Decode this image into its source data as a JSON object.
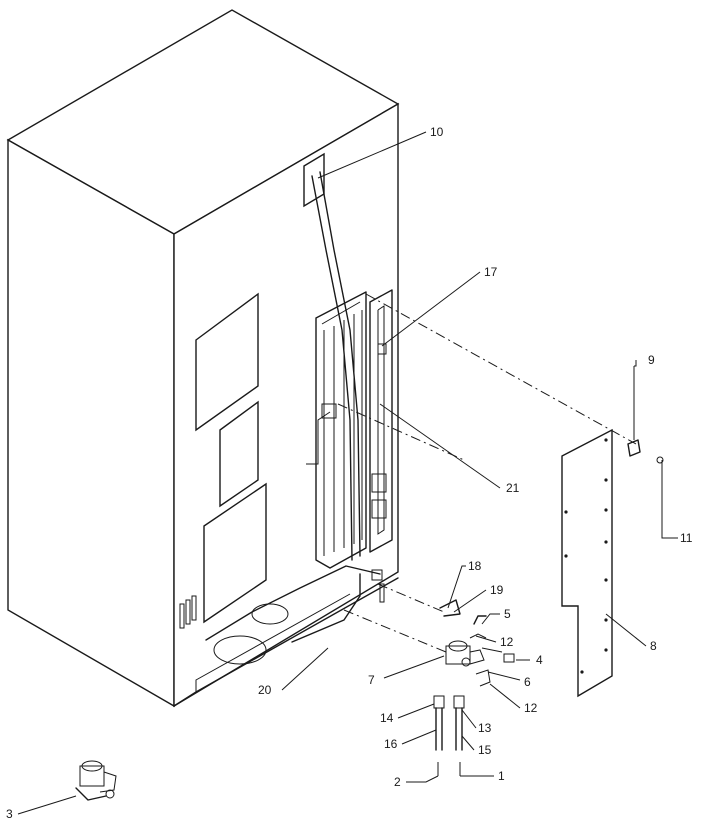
{
  "labels": {
    "l1": "1",
    "l2": "2",
    "l3": "3",
    "l4": "4",
    "l5": "5",
    "l6": "6",
    "l7": "7",
    "l8": "8",
    "l9": "9",
    "l10": "10",
    "l11": "11",
    "l12a": "12",
    "l12b": "12",
    "l13": "13",
    "l14": "14",
    "l15": "15",
    "l16": "16",
    "l17": "17",
    "l18": "18",
    "l19": "19",
    "l20": "20",
    "l21": "21"
  }
}
